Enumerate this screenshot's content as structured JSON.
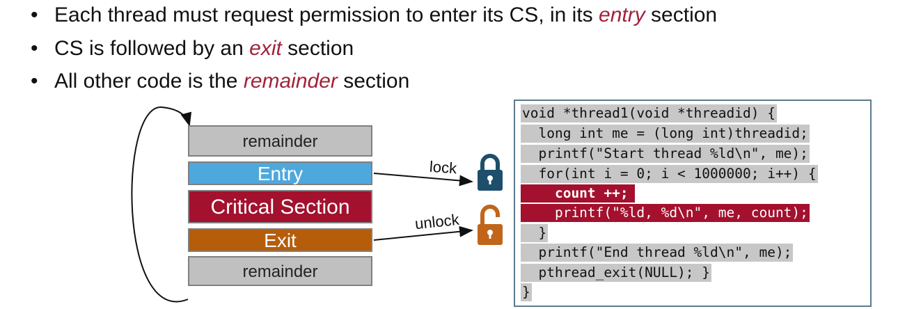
{
  "bullets": [
    {
      "pre": "Each thread must request permission to enter its CS, in its ",
      "em": "entry",
      "post": " section"
    },
    {
      "pre": "CS is followed by an ",
      "em": "exit",
      "post": " section"
    },
    {
      "pre": "All other code is the ",
      "em": "remainder",
      "post": " section"
    }
  ],
  "bullet_glyph": "•",
  "diagram": {
    "remainder_top": "remainder",
    "entry": "Entry",
    "critical_section": "Critical Section",
    "exit": "Exit",
    "remainder_bottom": "remainder",
    "lock_label": "lock",
    "unlock_label": "unlock"
  },
  "icons": {
    "lock": "closed-padlock",
    "unlock": "open-padlock"
  },
  "colors": {
    "accent_text": "#a1223a",
    "entry": "#4fa8dc",
    "critical": "#a3112e",
    "exit": "#b55d0b",
    "remainder": "#c0c0c0",
    "lock_icon": "#1d4e6b",
    "unlock_icon": "#c0651a"
  },
  "code": {
    "lines": [
      "void *thread1(void *threadid) {",
      "  long int me = (long int)threadid;",
      "  printf(\"Start thread %ld\\n\", me);",
      "  for(int i = 0; i < 1000000; i++) {",
      "    count ++;",
      "    printf(\"%ld, %d\\n\", me, count);",
      "  }",
      "  printf(\"End thread %ld\\n\", me);",
      "  pthread_exit(NULL); }",
      "}"
    ]
  }
}
